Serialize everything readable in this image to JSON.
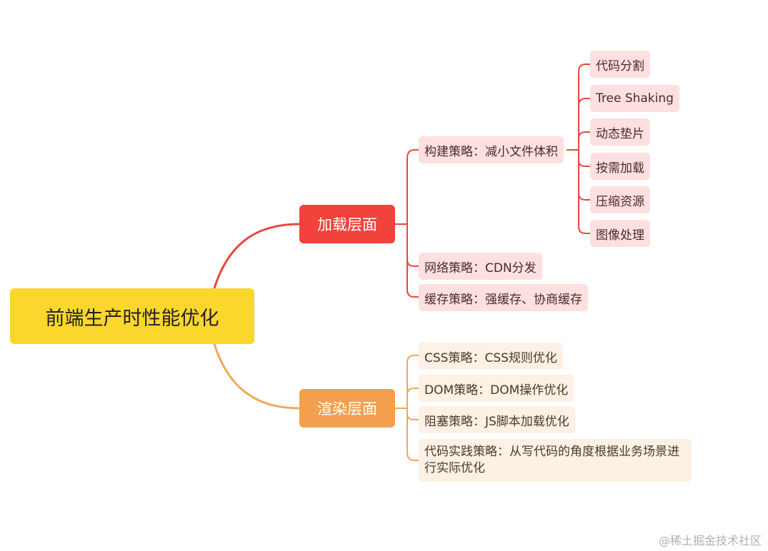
{
  "root": {
    "label": "前端生产时性能优化"
  },
  "branches": [
    {
      "label": "加载层面",
      "color": "#f1423c",
      "children": [
        {
          "label": "构建策略：减小文件体积",
          "children": [
            "代码分割",
            "Tree Shaking",
            "动态垫片",
            "按需加载",
            "压缩资源",
            "图像处理"
          ]
        },
        {
          "label": "网络策略：CDN分发"
        },
        {
          "label": "缓存策略：强缓存、协商缓存"
        }
      ]
    },
    {
      "label": "渲染层面",
      "color": "#f49f4d",
      "children": [
        {
          "label": "CSS策略：CSS规则优化"
        },
        {
          "label": "DOM策略：DOM操作优化"
        },
        {
          "label": "阻塞策略：JS脚本加载优化"
        },
        {
          "label": "代码实践策略：从写代码的角度根据业务场景进行实际优化"
        }
      ]
    }
  ],
  "watermark": "@稀土掘金技术社区"
}
